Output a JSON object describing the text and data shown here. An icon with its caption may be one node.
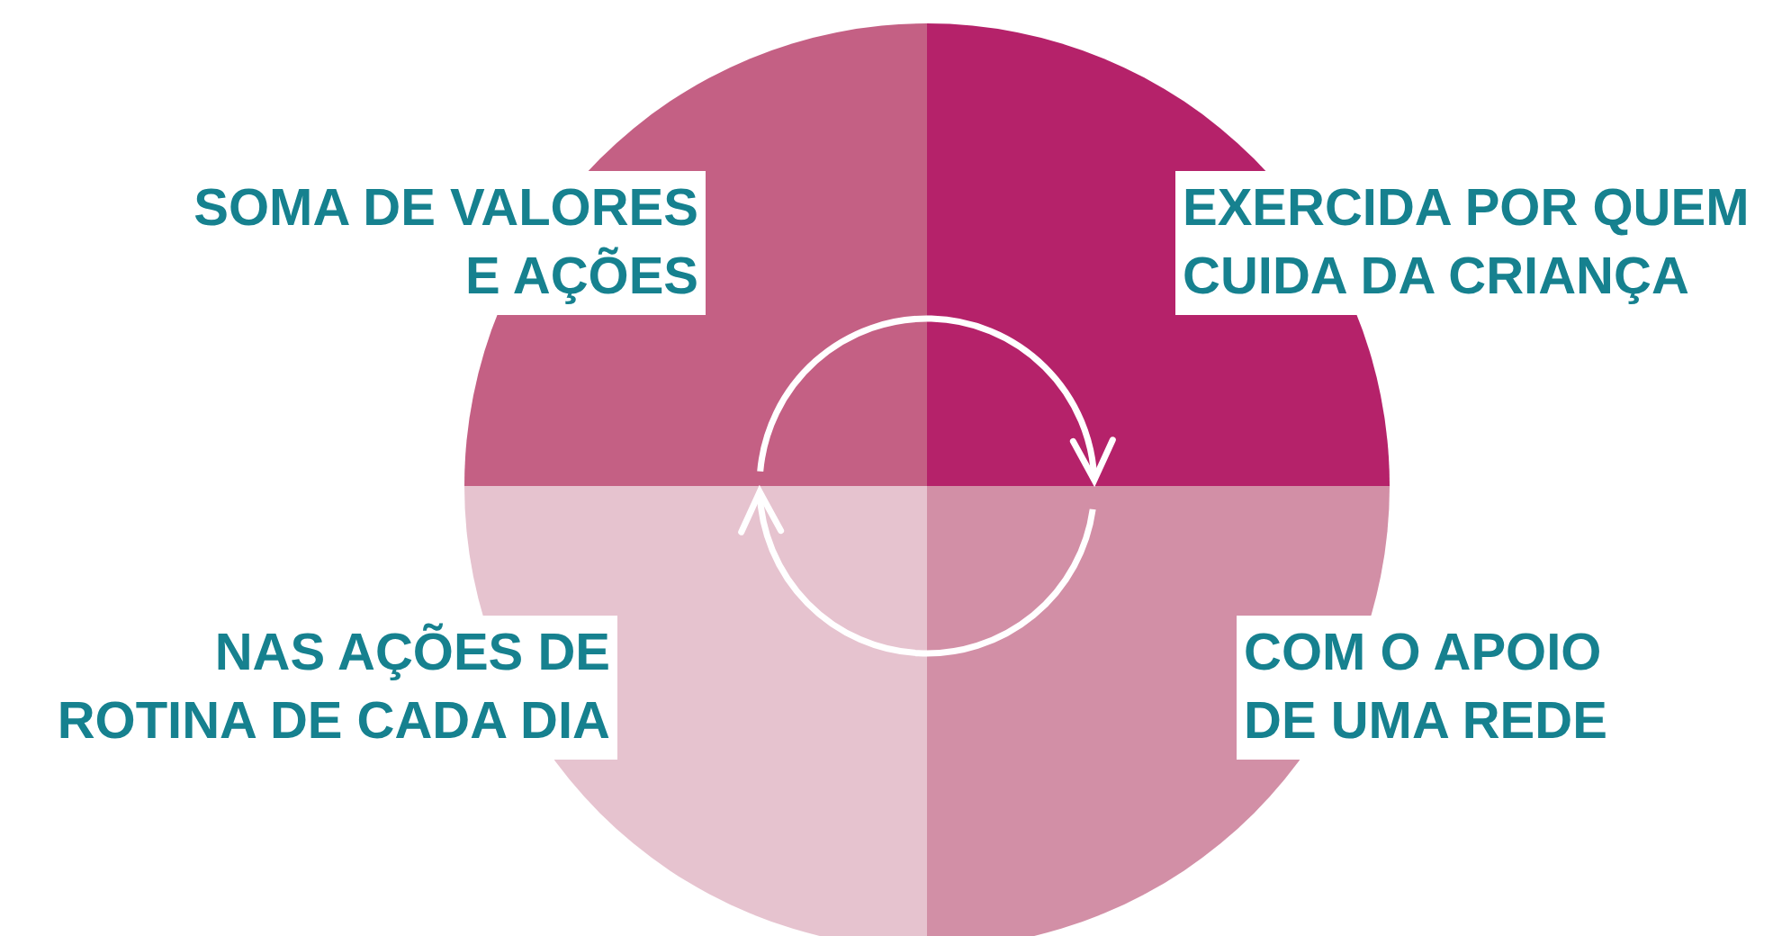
{
  "diagram": {
    "nodes": [
      {
        "text": [
          "SOMA DE VALORES E AÇÕES"
        ]
      },
      {
        "text": [
          "EXERCIDA POR QUEM CUIDA DA CRIANÇA"
        ]
      },
      {
        "text": [
          "NAS AÇÕES DE ROTINA DE CADA DIA"
        ]
      },
      {
        "text": [
          "COM O APOIO DE UMA REDE"
        ]
      }
    ],
    "edges": [
      {
        "from": 0,
        "to": 1,
        "arrow": "to"
      },
      {
        "from": 3,
        "to": 2,
        "arrow": "to"
      }
    ]
  }
}
